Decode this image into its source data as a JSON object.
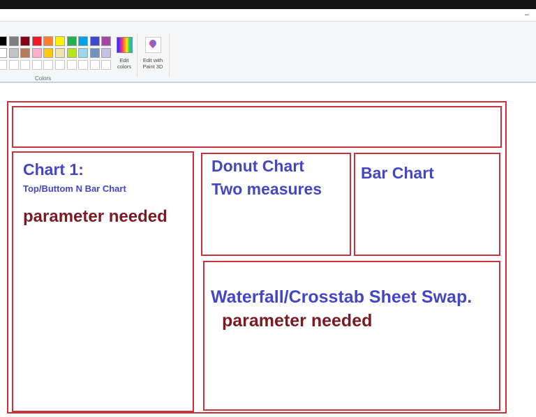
{
  "window": {
    "minimize_glyph": "–"
  },
  "ribbon": {
    "colors_group_label": "Colors",
    "edit_colors_line1": "Edit",
    "edit_colors_line2": "colors",
    "edit_paint3d_line1": "Edit with",
    "edit_paint3d_line2": "Paint 3D",
    "palette_row1": [
      "#000000",
      "#7f7f7f",
      "#880015",
      "#ed1c24",
      "#ff7f27",
      "#fff200",
      "#22b14c",
      "#00a2e8",
      "#3f48cc",
      "#a349a4"
    ],
    "palette_row2": [
      "#ffffff",
      "#c3c3c3",
      "#b97a57",
      "#ffaec9",
      "#ffc90e",
      "#efe4b0",
      "#b5e61d",
      "#99d9ea",
      "#7092be",
      "#c8bfe7"
    ],
    "palette_row3": [
      "#ffffff",
      "#ffffff",
      "#ffffff",
      "#ffffff",
      "#ffffff",
      "#ffffff",
      "#ffffff",
      "#ffffff",
      "#ffffff",
      "#ffffff"
    ]
  },
  "canvas": {
    "chart1_title": "Chart 1:",
    "chart1_subtitle": "Top/Buttom N Bar Chart",
    "chart1_note": "parameter needed",
    "donut_line1": "Donut Chart",
    "donut_line2": "Two measures",
    "bar_chart_title": "Bar Chart",
    "waterfall_title": "Waterfall/Crosstab Sheet Swap.",
    "waterfall_note": "parameter needed"
  },
  "colors": {
    "box_stroke": "#c8323a",
    "blue_text": "#4446c4",
    "maroon_text": "#7b1a22"
  }
}
